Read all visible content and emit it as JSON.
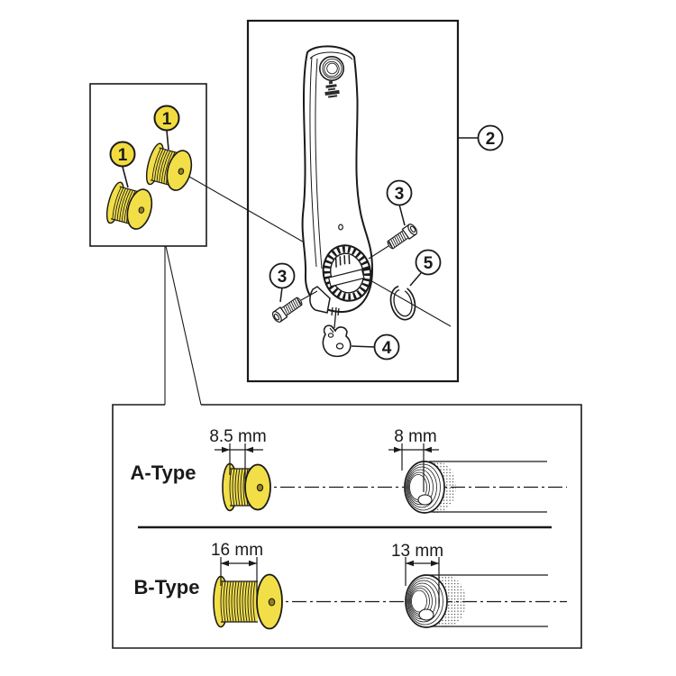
{
  "panel": {
    "rows": [
      {
        "label": "A-Type",
        "bolt_dim": "8.5 mm",
        "hole_dim": "8 mm"
      },
      {
        "label": "B-Type",
        "bolt_dim": "16 mm",
        "hole_dim": "13 mm"
      }
    ]
  },
  "callouts": {
    "cap": "1",
    "crank_arm": "2",
    "pinch_bolt": "3",
    "safety_plate": "4",
    "snap_ring": "5"
  },
  "colors": {
    "part_yellow": "#F2DF48",
    "callout_yellow": "#F2DB3E",
    "cap_dot": "#94801C",
    "ink": "#1a1a1a"
  }
}
